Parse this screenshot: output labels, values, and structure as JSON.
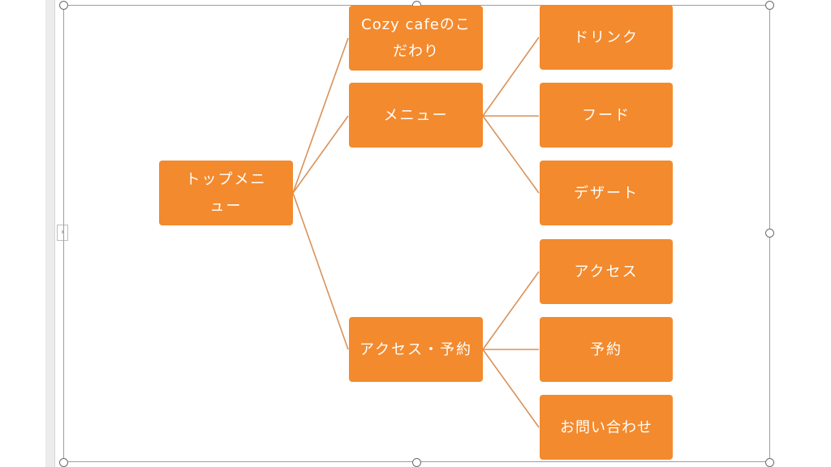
{
  "diagram": {
    "root": {
      "label": "トップメニュー"
    },
    "level1": [
      {
        "label": "Cozy cafeのこだわり"
      },
      {
        "label": "メニュー"
      },
      {
        "label": "アクセス・予約"
      }
    ],
    "level2": [
      {
        "label": "ドリンク"
      },
      {
        "label": "フード"
      },
      {
        "label": "デザート"
      },
      {
        "label": "アクセス"
      },
      {
        "label": "予約"
      },
      {
        "label": "お問い合わせ"
      }
    ],
    "colors": {
      "node_fill": "#f38a2e",
      "node_text": "#ffffff",
      "connector": "#d9925a",
      "selection_frame": "#9e9e9e"
    }
  }
}
